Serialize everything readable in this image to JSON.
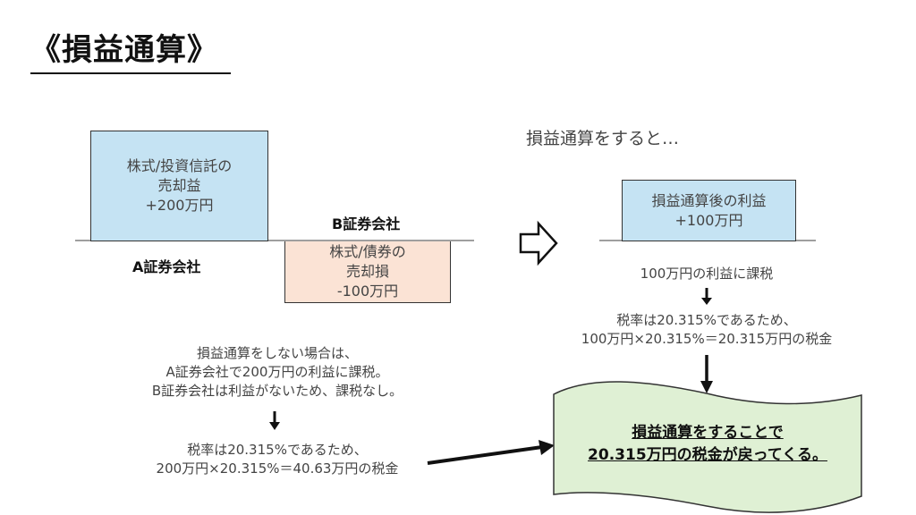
{
  "title": "《損益通算》",
  "left": {
    "gain_box": [
      "株式/投資信託の",
      "売却益",
      "+200万円"
    ],
    "company_a": "A証券会社",
    "company_b": "B証券会社",
    "loss_box": [
      "株式/債券の",
      "売却損",
      "-100万円"
    ],
    "no_offset_text": [
      "損益通算をしない場合は、",
      "A証券会社で200万円の利益に課税。",
      "B証券会社は利益がないため、課税なし。"
    ],
    "no_offset_tax": [
      "税率は20.315%であるため、",
      "200万円×20.315%＝40.63万円の税金"
    ]
  },
  "right": {
    "heading": "損益通算をすると…",
    "after_box": [
      "損益通算後の利益",
      "+100万円"
    ],
    "taxed_text": "100万円の利益に課税",
    "tax_calc": [
      "税率は20.315%であるため、",
      "100万円×20.315%＝20.315万円の税金"
    ],
    "result": [
      "損益通算をすることで",
      "20.315万円の税金が戻ってくる。"
    ]
  },
  "colors": {
    "gain": "#c5e3f3",
    "loss": "#fbe3d5",
    "result": "#dff0d4"
  }
}
